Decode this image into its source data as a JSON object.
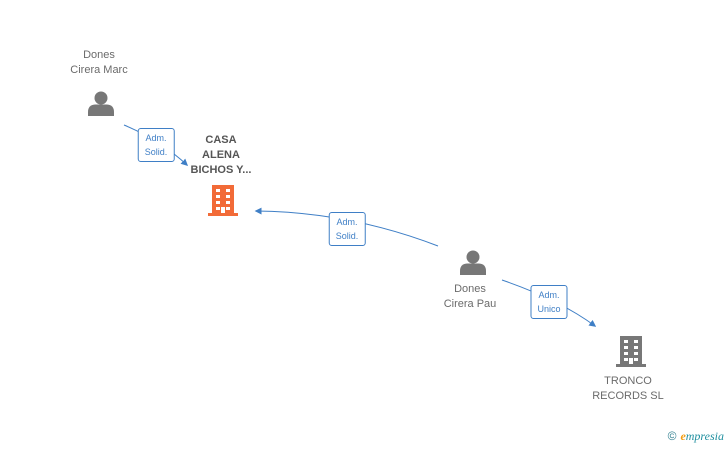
{
  "nodes": {
    "marc": {
      "line1": "Dones",
      "line2": "Cirera Marc",
      "kind": "person"
    },
    "casa": {
      "line1": "CASA",
      "line2": "ALENA",
      "line3": "BICHOS Y...",
      "kind": "company-main"
    },
    "pau": {
      "line1": "Dones",
      "line2": "Cirera Pau",
      "kind": "person"
    },
    "tronco": {
      "line1": "TRONCO",
      "line2": "RECORDS SL",
      "kind": "company"
    }
  },
  "edges": {
    "marc_casa": {
      "line1": "Adm.",
      "line2": "Solid."
    },
    "pau_casa": {
      "line1": "Adm.",
      "line2": "Solid."
    },
    "pau_tronco": {
      "line1": "Adm.",
      "line2": "Unico"
    }
  },
  "footer": {
    "copyright": "©",
    "brand_initial": "e",
    "brand_rest": "mpresia"
  },
  "colors": {
    "edge": "#3f7fc6",
    "person_icon": "#777777",
    "main_company": "#f26b38",
    "company": "#777777"
  }
}
